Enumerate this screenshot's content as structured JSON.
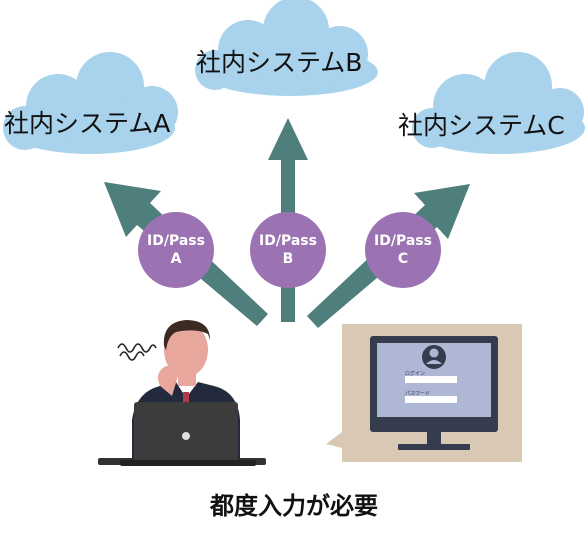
{
  "clouds": [
    {
      "label": "社内システムA"
    },
    {
      "label": "社内システムB"
    },
    {
      "label": "社内システムC"
    }
  ],
  "badges": [
    {
      "line1": "ID/Pass",
      "line2": "A"
    },
    {
      "line1": "ID/Pass",
      "line2": "B"
    },
    {
      "line1": "ID/Pass",
      "line2": "C"
    }
  ],
  "login_screen": {
    "login_label": "ログイン",
    "password_label": "パスワード"
  },
  "caption": "都度入力が必要",
  "colors": {
    "cloud": "#a9d3ec",
    "arrow": "#4e7f7d",
    "badge": "#9b73b2",
    "bubble": "#d9c9b4",
    "monitor": "#353c4e",
    "screen": "#aeb8d5",
    "suit": "#232a3e",
    "laptop": "#3c3c3c",
    "skin": "#e8a79d",
    "hair": "#3a2a22"
  }
}
